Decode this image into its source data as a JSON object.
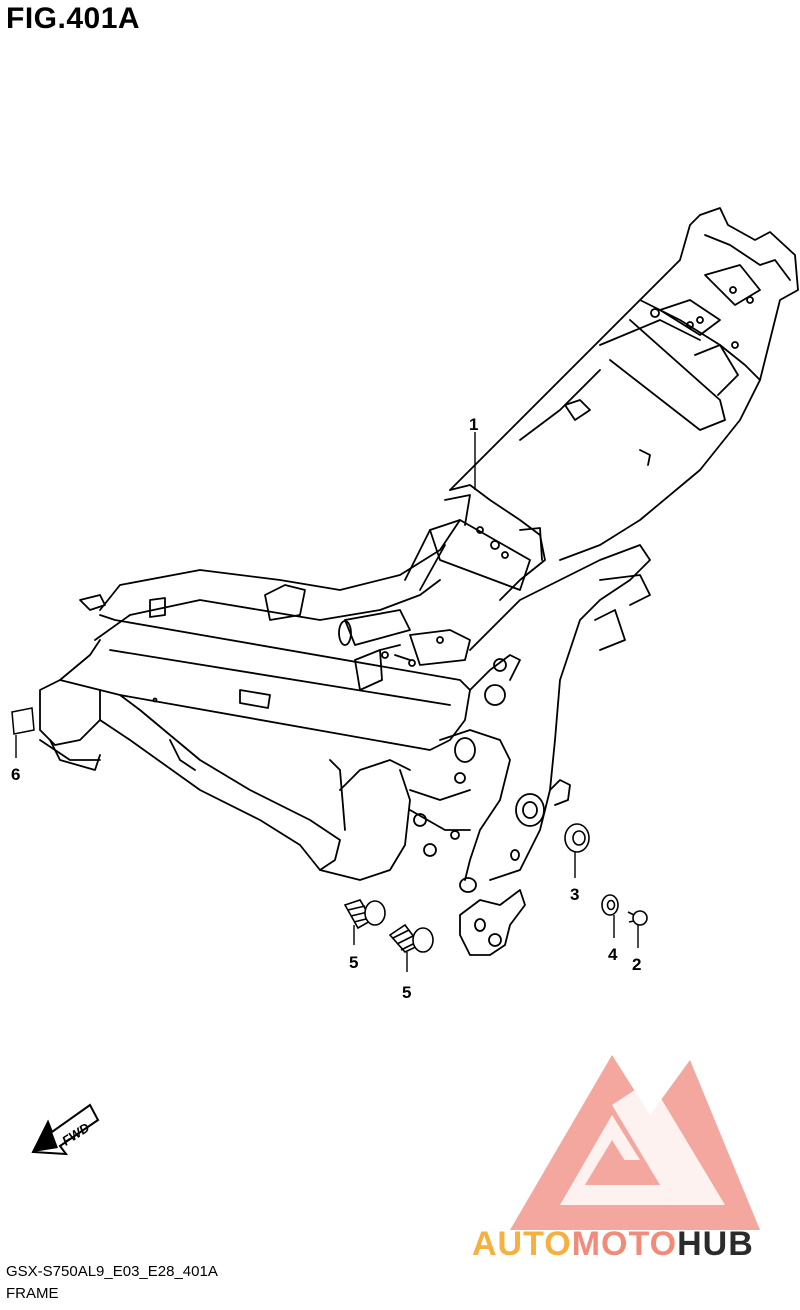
{
  "figure": {
    "title": "FIG.401A",
    "model_code": "GSX-S750AL9_E03_E28_401A",
    "group_name": "FRAME",
    "direction_label": "FWD"
  },
  "callouts": [
    {
      "id": "1"
    },
    {
      "id": "2"
    },
    {
      "id": "3"
    },
    {
      "id": "4"
    },
    {
      "id": "5"
    },
    {
      "id": "5"
    },
    {
      "id": "6"
    }
  ],
  "watermark": {
    "text_auto": "AUTO",
    "text_moto": "MOTO",
    "text_hub": "HUB",
    "color_auto": "#f5b040",
    "color_moto": "#f28b7a",
    "color_hub": "#2b2b2b",
    "logo_color": "#f08a80"
  }
}
